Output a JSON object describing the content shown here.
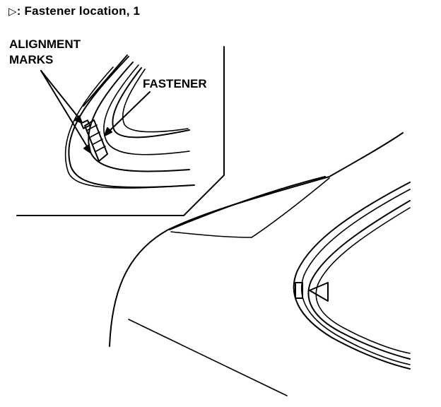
{
  "caption": {
    "symbol": "▷",
    "text": ": Fastener location, 1"
  },
  "labels": {
    "alignment_line1": "ALIGNMENT",
    "alignment_line2": "MARKS",
    "fastener": "FASTENER"
  }
}
